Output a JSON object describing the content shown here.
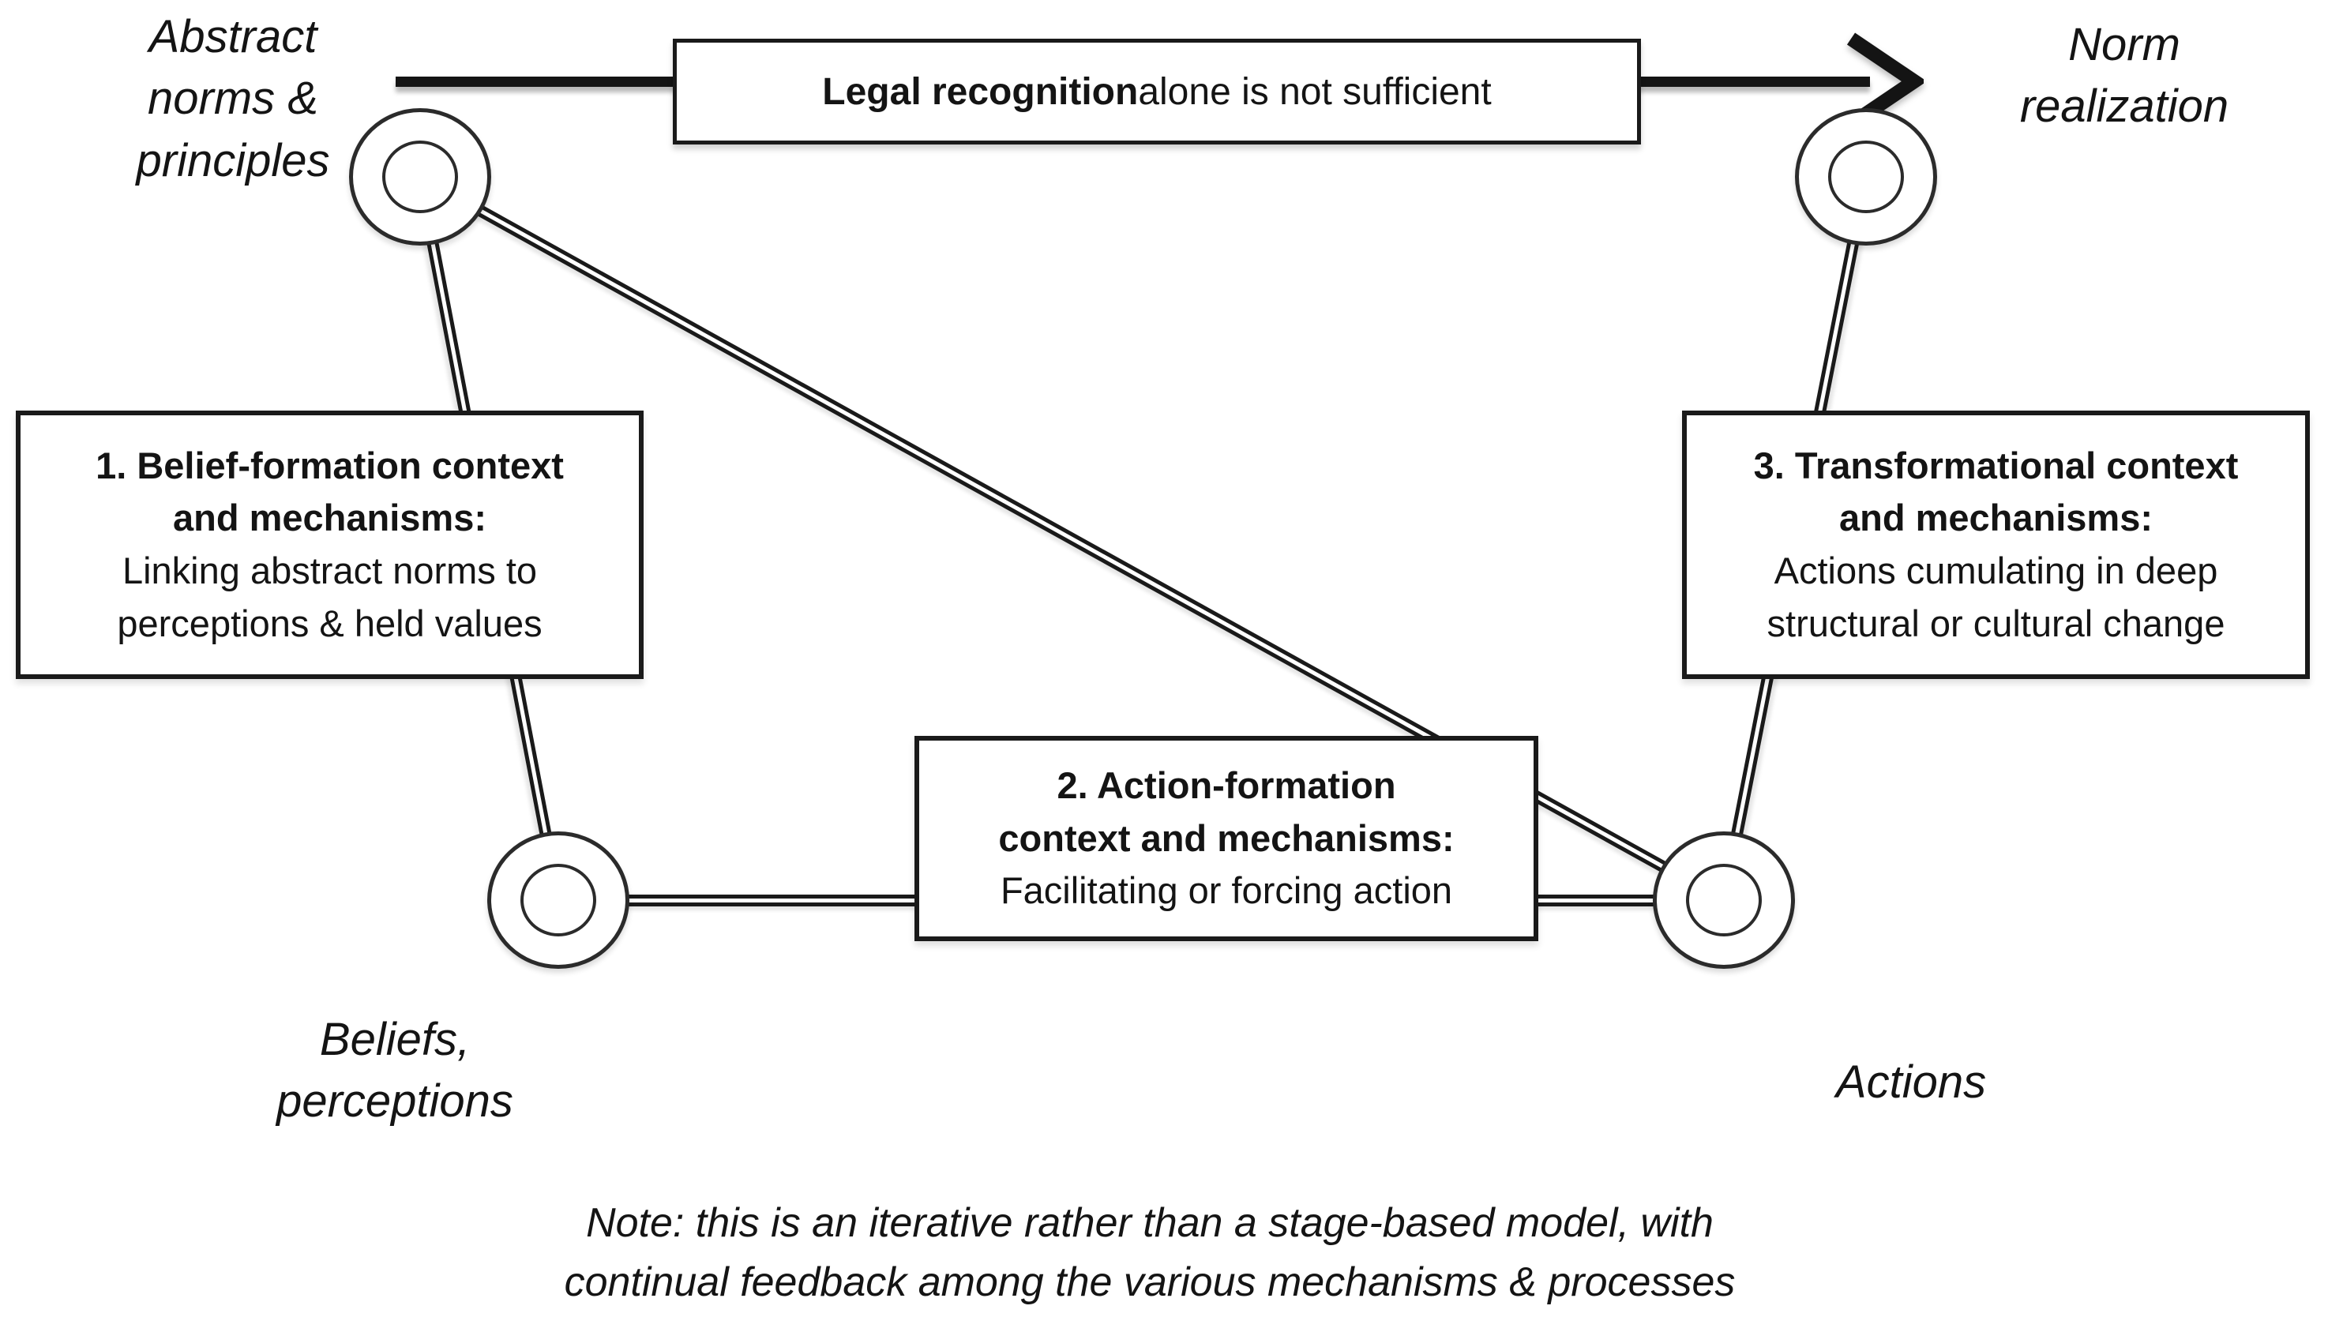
{
  "arrow": {
    "label_bold": "Legal recognition",
    "label_rest": " alone is not sufficient"
  },
  "nodes": {
    "abstract": {
      "label": "Abstract\nnorms &\nprinciples"
    },
    "norm_realization": {
      "label": "Norm\nrealization"
    },
    "beliefs": {
      "label": "Beliefs,\nperceptions"
    },
    "actions": {
      "label": "Actions"
    }
  },
  "boxes": {
    "belief": {
      "heading": "1. Belief-formation context\nand mechanisms:",
      "body": "Linking abstract norms to\nperceptions & held values"
    },
    "action": {
      "heading": "2. Action-formation\ncontext and mechanisms:",
      "body": "Facilitating or forcing action"
    },
    "transformational": {
      "heading": "3. Transformational context\nand mechanisms:",
      "body": "Actions cumulating in deep\nstructural or cultural change"
    }
  },
  "note": {
    "text": "Note: this is an iterative rather than a stage-based model, with\ncontinual feedback among the various mechanisms & processes"
  },
  "colors": {
    "ink": "#141414",
    "background": "#ffffff"
  }
}
